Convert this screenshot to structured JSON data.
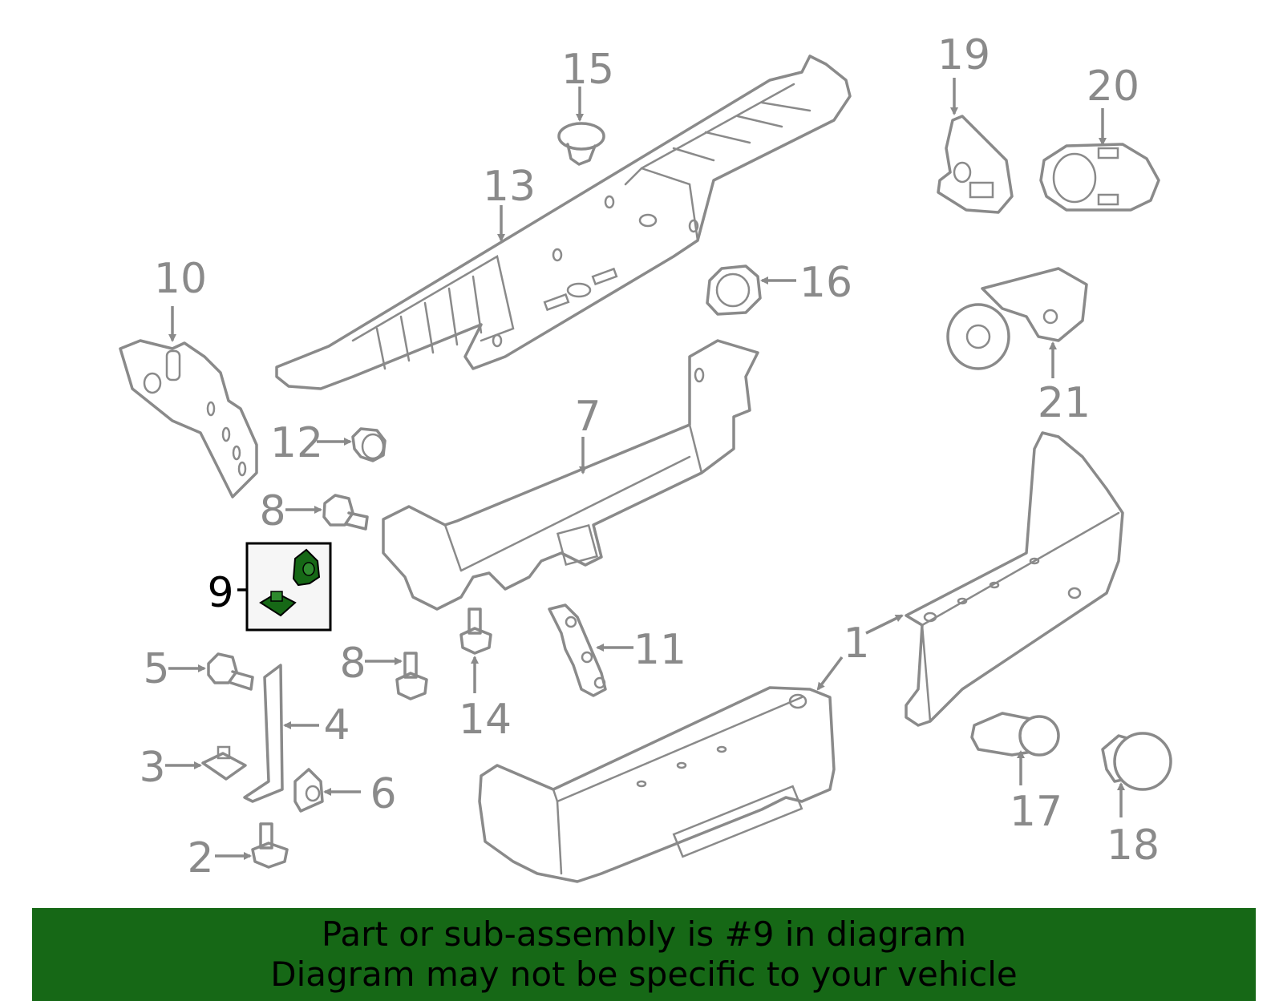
{
  "callouts": {
    "c1": "1",
    "c2": "2",
    "c3": "3",
    "c4": "4",
    "c5": "5",
    "c6": "6",
    "c7": "7",
    "c8a": "8",
    "c8b": "8",
    "c9": "9",
    "c10": "10",
    "c11": "11",
    "c12": "12",
    "c13": "13",
    "c14": "14",
    "c15": "15",
    "c16": "16",
    "c17": "17",
    "c18": "18",
    "c19": "19",
    "c20": "20",
    "c21": "21"
  },
  "banner": {
    "line1": "Part or sub-assembly is #9 in diagram",
    "line2": "Diagram may not be specific to your vehicle"
  },
  "colors": {
    "line_art": "#8a8a8a",
    "highlight": "#166816",
    "banner_bg": "#166816"
  }
}
